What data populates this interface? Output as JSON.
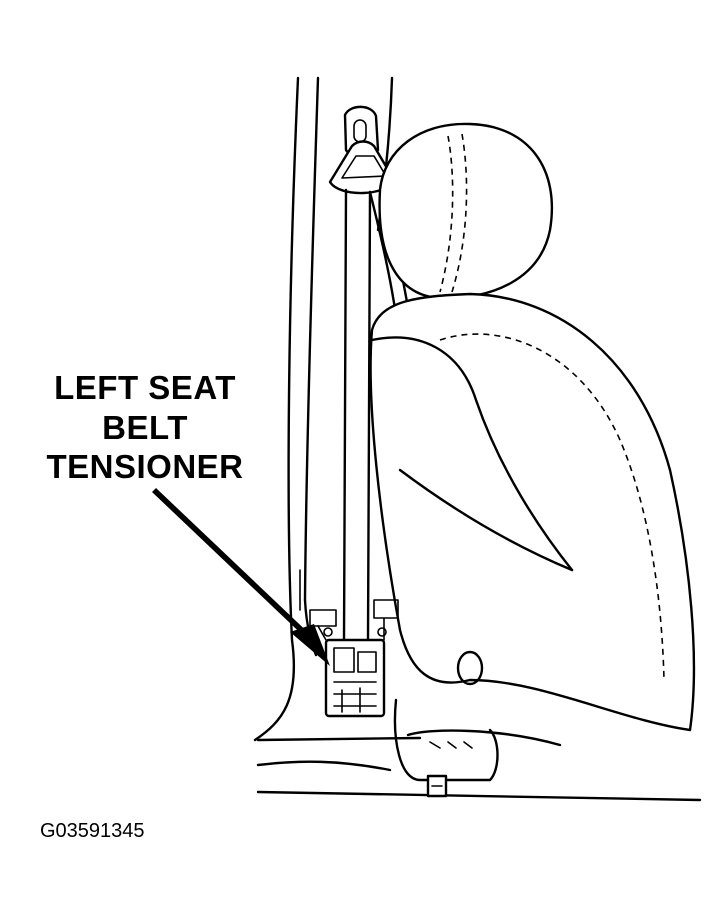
{
  "callout": {
    "line1": "LEFT SEAT",
    "line2": "BELT",
    "line3": "TENSIONER"
  },
  "figure_id": "G03591345",
  "colors": {
    "ink": "#000000",
    "paper": "#ffffff"
  },
  "icons": [
    "callout-arrow",
    "seat-belt-tensioner",
    "seat-headrest",
    "b-pillar"
  ]
}
